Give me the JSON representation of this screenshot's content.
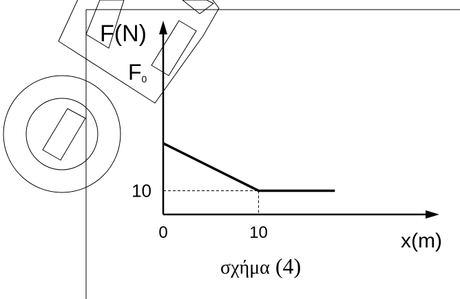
{
  "chart_data": {
    "type": "line",
    "x_label": "x",
    "x_unit": "(m)",
    "y_label": "F",
    "y_unit": "(N)",
    "y_start_label": "F",
    "y_start_subscript": "0",
    "x_ticks": [
      {
        "value": 0,
        "label": "0"
      },
      {
        "value": 10,
        "label": "10"
      }
    ],
    "y_ticks": [
      {
        "value": 10,
        "label": "10"
      }
    ],
    "series": [
      {
        "points": [
          {
            "x": 0,
            "y": 30
          },
          {
            "x": 10,
            "y": 10
          },
          {
            "x": 18,
            "y": 10
          }
        ]
      }
    ],
    "guides": [
      {
        "x": 10,
        "y": 10
      }
    ],
    "caption_text": "σχήμα",
    "caption_number": "(4)"
  }
}
